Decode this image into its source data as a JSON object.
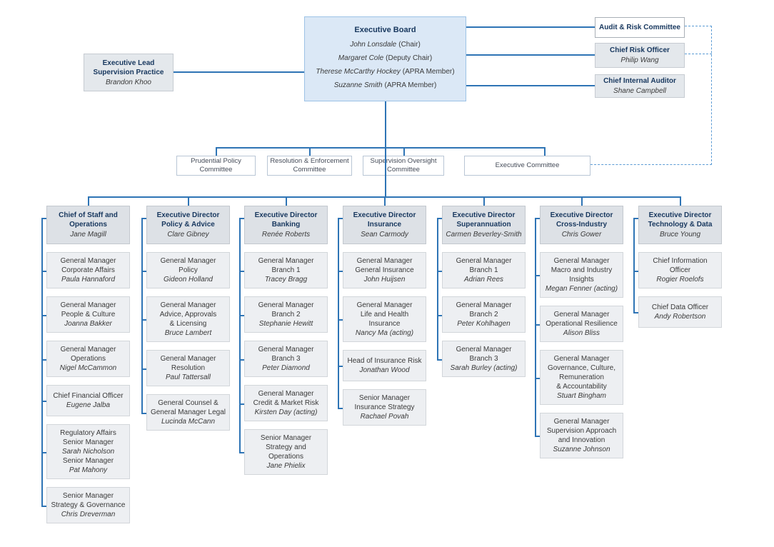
{
  "palette": {
    "line_blue": "#2e74b5",
    "dashed_blue": "#5b9bd5",
    "title_navy": "#17375e",
    "board_fill": "#dbe8f6",
    "board_border": "#9dc3e6",
    "head_fill": "#dde1e6",
    "report_fill": "#edeff2",
    "gray_fill": "#e4e8ec",
    "white_fill": "#ffffff"
  },
  "board": {
    "title": "Executive Board",
    "members": [
      {
        "name": "John Lonsdale",
        "role": "(Chair)"
      },
      {
        "name": "Margaret Cole",
        "role": "(Deputy Chair)"
      },
      {
        "name": "Therese McCarthy Hockey",
        "role": "(APRA Member)"
      },
      {
        "name": "Suzanne Smith",
        "role": "(APRA Member)"
      }
    ]
  },
  "executive_lead": {
    "title_line1": "Executive Lead",
    "title_line2": "Supervision Practice",
    "name": "Brandon Khoo"
  },
  "right_column": [
    {
      "title": "Audit & Risk Committee",
      "name": ""
    },
    {
      "title": "Chief Risk Officer",
      "name": "Philip Wang"
    },
    {
      "title": "Chief Internal Auditor",
      "name": "Shane Campbell"
    }
  ],
  "committees": [
    {
      "line1": "Prudential Policy",
      "line2": "Committee"
    },
    {
      "line1": "Resolution & Enforcement",
      "line2": "Committee"
    },
    {
      "line1": "Supervision Oversight",
      "line2": "Committee"
    },
    {
      "line1": "Executive Committee",
      "line2": ""
    }
  ],
  "divisions": [
    {
      "head": {
        "title_lines": [
          "Chief of Staff and",
          "Operations"
        ],
        "name": "Jane Magill"
      },
      "reports": [
        {
          "lines": [
            {
              "text": "General Manager",
              "italic": false
            },
            {
              "text": "Corporate Affairs",
              "italic": false
            },
            {
              "text": "Paula Hannaford",
              "italic": true
            }
          ]
        },
        {
          "lines": [
            {
              "text": "General Manager",
              "italic": false
            },
            {
              "text": "People & Culture",
              "italic": false
            },
            {
              "text": "Joanna Bakker",
              "italic": true
            }
          ]
        },
        {
          "lines": [
            {
              "text": "General Manager",
              "italic": false
            },
            {
              "text": "Operations",
              "italic": false
            },
            {
              "text": "Nigel McCammon",
              "italic": true
            }
          ]
        },
        {
          "lines": [
            {
              "text": "Chief Financial Officer",
              "italic": false
            },
            {
              "text": "Eugene Jalba",
              "italic": true
            }
          ]
        },
        {
          "lines": [
            {
              "text": "Regulatory Affairs",
              "italic": false
            },
            {
              "text": "Senior Manager",
              "italic": false
            },
            {
              "text": "Sarah Nicholson",
              "italic": true
            },
            {
              "text": "Senior Manager",
              "italic": false
            },
            {
              "text": "Pat Mahony",
              "italic": true
            }
          ]
        },
        {
          "lines": [
            {
              "text": "Senior Manager",
              "italic": false
            },
            {
              "text": "Strategy & Governance",
              "italic": false
            },
            {
              "text": "Chris Dreverman",
              "italic": true
            }
          ]
        }
      ]
    },
    {
      "head": {
        "title_lines": [
          "Executive Director",
          "Policy & Advice"
        ],
        "name": "Clare Gibney"
      },
      "reports": [
        {
          "lines": [
            {
              "text": "General Manager",
              "italic": false
            },
            {
              "text": "Policy",
              "italic": false
            },
            {
              "text": "Gideon Holland",
              "italic": true
            }
          ]
        },
        {
          "lines": [
            {
              "text": "General Manager",
              "italic": false
            },
            {
              "text": "Advice, Approvals",
              "italic": false
            },
            {
              "text": "& Licensing",
              "italic": false
            },
            {
              "text": "Bruce Lambert",
              "italic": true
            }
          ]
        },
        {
          "lines": [
            {
              "text": "General Manager",
              "italic": false
            },
            {
              "text": "Resolution",
              "italic": false
            },
            {
              "text": "Paul Tattersall",
              "italic": true
            }
          ]
        },
        {
          "lines": [
            {
              "text": "General Counsel &",
              "italic": false
            },
            {
              "text": "General Manager Legal",
              "italic": false
            },
            {
              "text": "Lucinda McCann",
              "italic": true
            }
          ]
        }
      ]
    },
    {
      "head": {
        "title_lines": [
          "Executive Director",
          "Banking"
        ],
        "name": "Renée Roberts"
      },
      "reports": [
        {
          "lines": [
            {
              "text": "General Manager",
              "italic": false
            },
            {
              "text": "Branch 1",
              "italic": false
            },
            {
              "text": "Tracey Bragg",
              "italic": true
            }
          ]
        },
        {
          "lines": [
            {
              "text": "General Manager",
              "italic": false
            },
            {
              "text": "Branch 2",
              "italic": false
            },
            {
              "text": "Stephanie Hewitt",
              "italic": true
            }
          ]
        },
        {
          "lines": [
            {
              "text": "General Manager",
              "italic": false
            },
            {
              "text": "Branch 3",
              "italic": false
            },
            {
              "text": "Peter Diamond",
              "italic": true
            }
          ]
        },
        {
          "lines": [
            {
              "text": "General Manager",
              "italic": false
            },
            {
              "text": "Credit & Market Risk",
              "italic": false
            },
            {
              "text": "Kirsten Day (acting)",
              "italic": true
            }
          ]
        },
        {
          "lines": [
            {
              "text": "Senior Manager",
              "italic": false
            },
            {
              "text": "Strategy and",
              "italic": false
            },
            {
              "text": "Operations",
              "italic": false
            },
            {
              "text": "Jane Phielix",
              "italic": true
            }
          ]
        }
      ]
    },
    {
      "head": {
        "title_lines": [
          "Executive Director",
          "Insurance"
        ],
        "name": "Sean Carmody"
      },
      "reports": [
        {
          "lines": [
            {
              "text": "General Manager",
              "italic": false
            },
            {
              "text": "General Insurance",
              "italic": false
            },
            {
              "text": "John Huijsen",
              "italic": true
            }
          ]
        },
        {
          "lines": [
            {
              "text": "General Manager",
              "italic": false
            },
            {
              "text": "Life and Health",
              "italic": false
            },
            {
              "text": "Insurance",
              "italic": false
            },
            {
              "text": "Nancy Ma (acting)",
              "italic": true
            }
          ]
        },
        {
          "lines": [
            {
              "text": "Head of Insurance Risk",
              "italic": false
            },
            {
              "text": "Jonathan Wood",
              "italic": true
            }
          ]
        },
        {
          "lines": [
            {
              "text": "Senior Manager",
              "italic": false
            },
            {
              "text": "Insurance Strategy",
              "italic": false
            },
            {
              "text": "Rachael Povah",
              "italic": true
            }
          ]
        }
      ]
    },
    {
      "head": {
        "title_lines": [
          "Executive Director",
          "Superannuation"
        ],
        "name": "Carmen Beverley-Smith"
      },
      "reports": [
        {
          "lines": [
            {
              "text": "General Manager",
              "italic": false
            },
            {
              "text": "Branch 1",
              "italic": false
            },
            {
              "text": "Adrian Rees",
              "italic": true
            }
          ]
        },
        {
          "lines": [
            {
              "text": "General Manager",
              "italic": false
            },
            {
              "text": "Branch 2",
              "italic": false
            },
            {
              "text": "Peter Kohlhagen",
              "italic": true
            }
          ]
        },
        {
          "lines": [
            {
              "text": "General Manager",
              "italic": false
            },
            {
              "text": "Branch 3",
              "italic": false
            },
            {
              "text": "Sarah Burley (acting)",
              "italic": true
            }
          ]
        }
      ]
    },
    {
      "head": {
        "title_lines": [
          "Executive Director",
          "Cross-Industry"
        ],
        "name": "Chris Gower"
      },
      "reports": [
        {
          "lines": [
            {
              "text": "General Manager",
              "italic": false
            },
            {
              "text": "Macro and Industry",
              "italic": false
            },
            {
              "text": "Insights",
              "italic": false
            },
            {
              "text": "Megan Fenner (acting)",
              "italic": true
            }
          ]
        },
        {
          "lines": [
            {
              "text": "General Manager",
              "italic": false
            },
            {
              "text": "Operational Resilience",
              "italic": false
            },
            {
              "text": "Alison Bliss",
              "italic": true
            }
          ]
        },
        {
          "lines": [
            {
              "text": "General Manager",
              "italic": false
            },
            {
              "text": "Governance, Culture,",
              "italic": false
            },
            {
              "text": "Remuneration",
              "italic": false
            },
            {
              "text": "& Accountability",
              "italic": false
            },
            {
              "text": "Stuart Bingham",
              "italic": true
            }
          ]
        },
        {
          "lines": [
            {
              "text": "General Manager",
              "italic": false
            },
            {
              "text": "Supervision Approach",
              "italic": false
            },
            {
              "text": "and Innovation",
              "italic": false
            },
            {
              "text": "Suzanne Johnson",
              "italic": true
            }
          ]
        }
      ]
    },
    {
      "head": {
        "title_lines": [
          "Executive Director",
          "Technology & Data"
        ],
        "name": "Bruce Young"
      },
      "reports": [
        {
          "lines": [
            {
              "text": "Chief Information",
              "italic": false
            },
            {
              "text": "Officer",
              "italic": false
            },
            {
              "text": "Rogier Roelofs",
              "italic": true
            }
          ]
        },
        {
          "lines": [
            {
              "text": "Chief Data Officer",
              "italic": false
            },
            {
              "text": "Andy Robertson",
              "italic": true
            }
          ]
        }
      ]
    }
  ]
}
